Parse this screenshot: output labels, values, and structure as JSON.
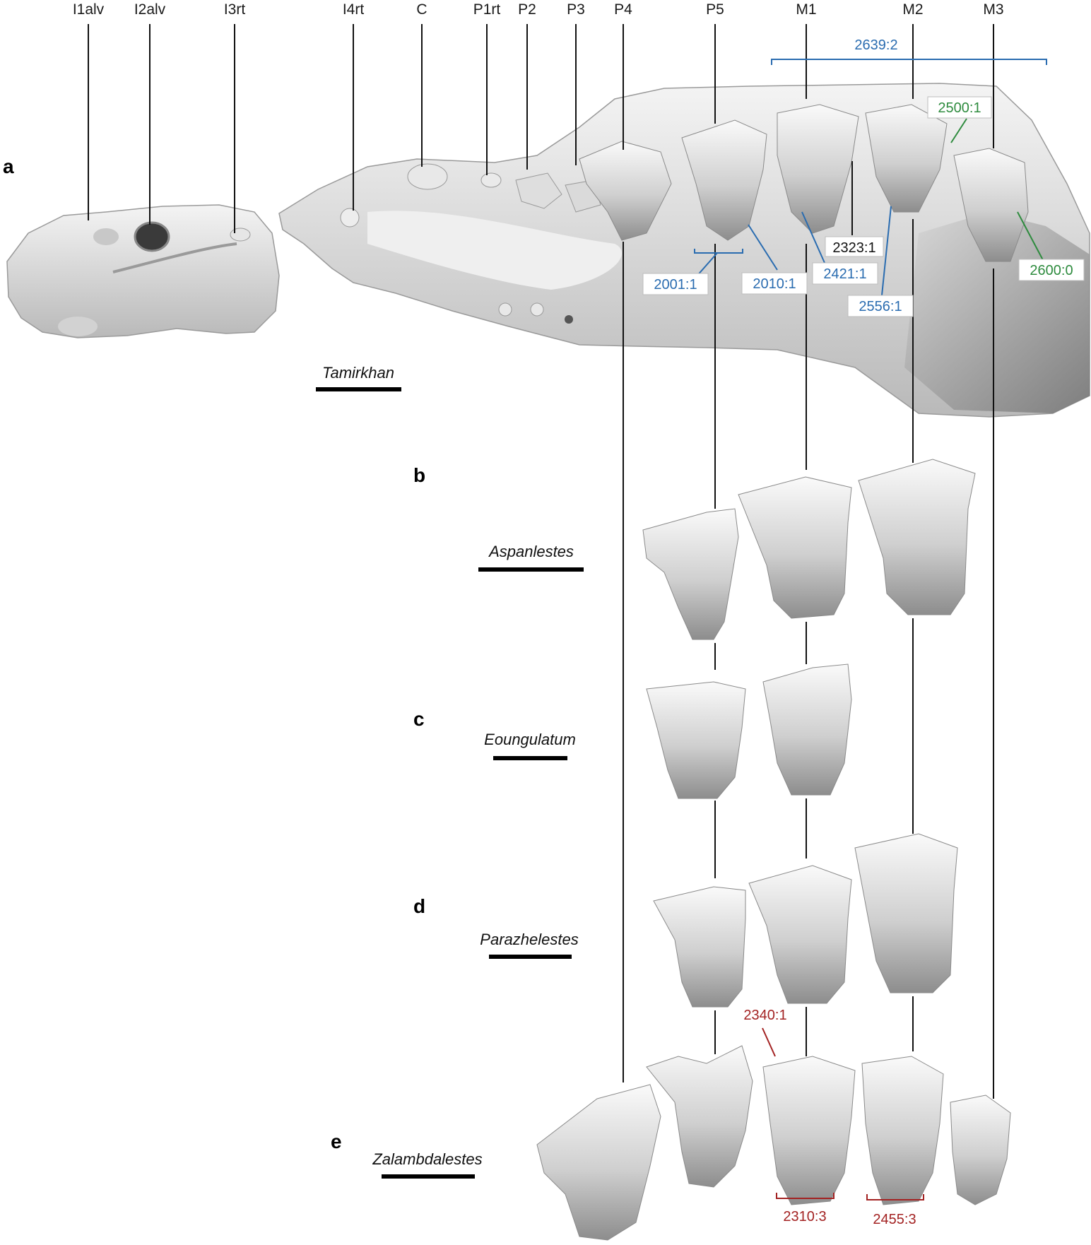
{
  "tooth_labels": {
    "i1alv": "I1alv",
    "i2alv": "I2alv",
    "i3rt": "I3rt",
    "i4rt": "I4rt",
    "c": "C",
    "p1rt": "P1rt",
    "p2": "P2",
    "p3": "P3",
    "p4": "P4",
    "p5": "P5",
    "m1": "M1",
    "m2": "M2",
    "m3": "M3"
  },
  "panels": {
    "a": {
      "letter": "a",
      "taxon": "Tamirkhan"
    },
    "b": {
      "letter": "b",
      "taxon": "Aspanlestes"
    },
    "c": {
      "letter": "c",
      "taxon": "Eoungulatum"
    },
    "d": {
      "letter": "d",
      "taxon": "Parazhelestes"
    },
    "e": {
      "letter": "e",
      "taxon": "Zalambdalestes"
    }
  },
  "characters": {
    "c2639": "2639:2",
    "c2500": "2500:1",
    "c2323": "2323:1",
    "c2600": "2600:0",
    "c2001": "2001:1",
    "c2010": "2010:1",
    "c2421": "2421:1",
    "c2556": "2556:1",
    "c2340": "2340:1",
    "c2310": "2310:3",
    "c2455": "2455:3"
  },
  "colors": {
    "blue": "#2a6cb0",
    "green": "#2e8b3e",
    "red": "#a32222",
    "bone": "#dcdcdc"
  }
}
